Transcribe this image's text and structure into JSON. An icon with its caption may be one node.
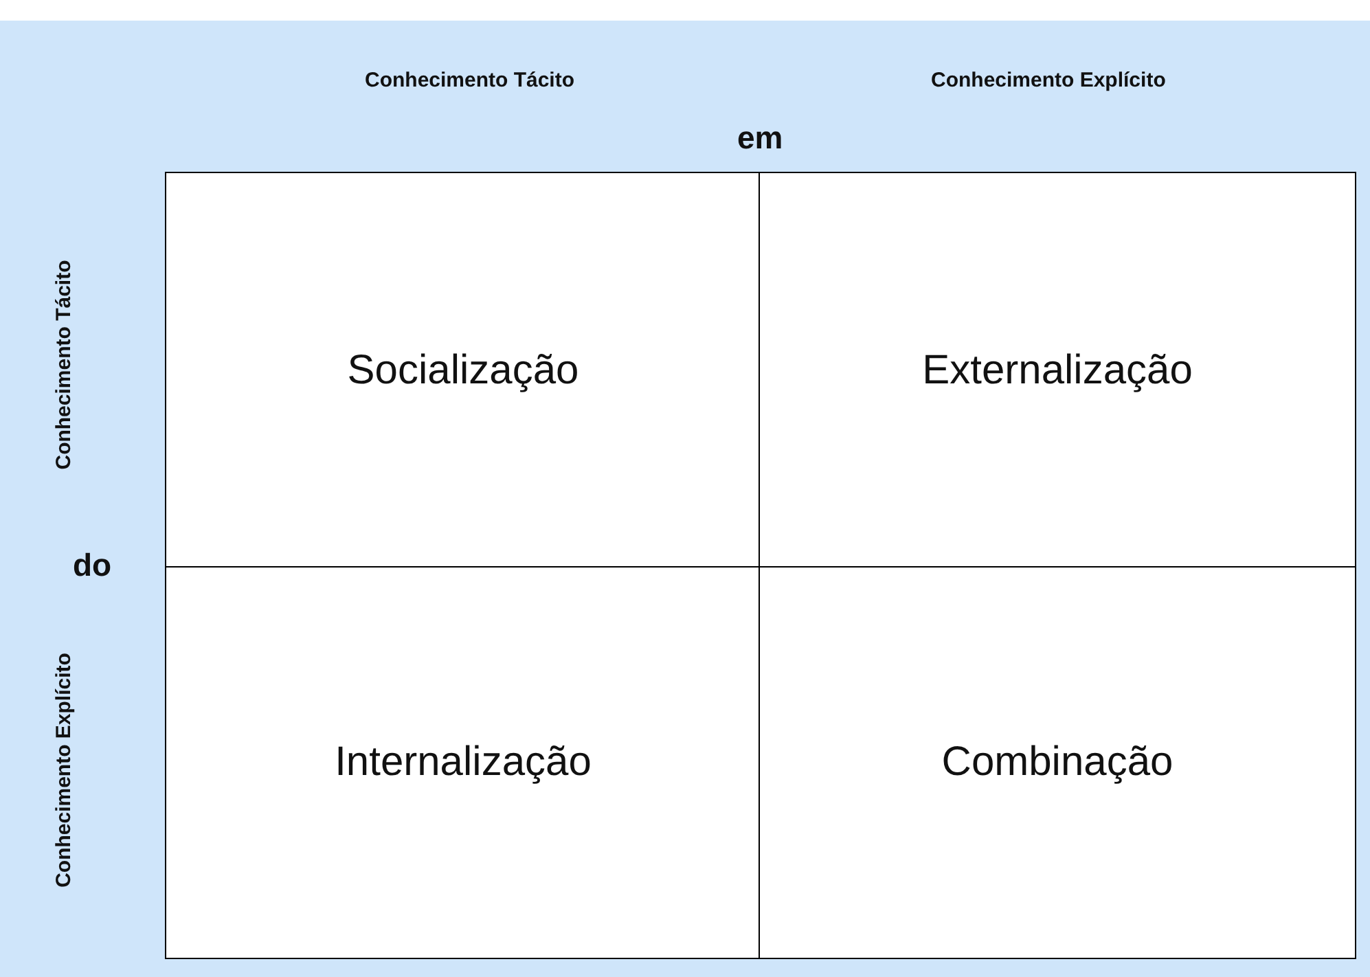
{
  "diagram": {
    "nodes": [
      {
        "text": [
          "Socialização"
        ]
      },
      {
        "text": [
          "Externalização"
        ]
      },
      {
        "text": [
          "Internalização"
        ]
      },
      {
        "text": [
          "Combinação"
        ]
      }
    ],
    "labels": [
      "Conhecimento Tácito",
      "Conhecimento Explícito",
      "em",
      "Conhecimento Tácito",
      "do",
      "Conhecimento Explícito"
    ]
  }
}
